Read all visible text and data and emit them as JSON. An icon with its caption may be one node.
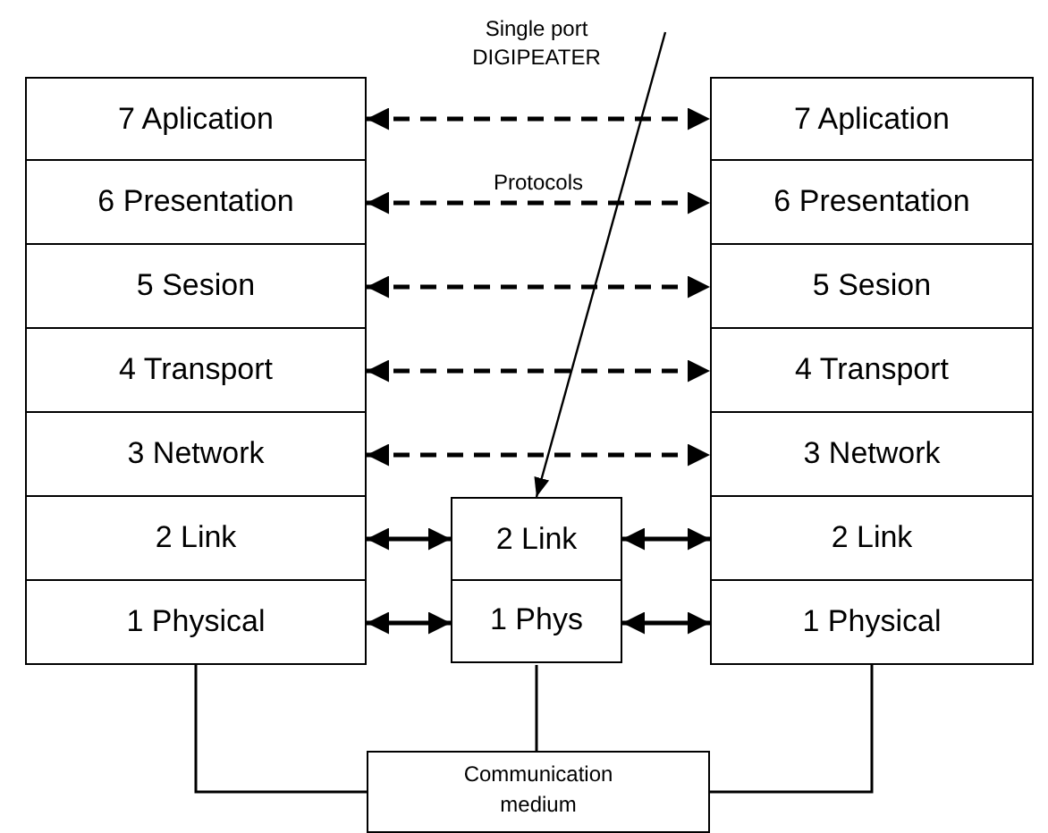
{
  "diagram": {
    "nodes": [
      {
        "text": [
          "7 Aplication"
        ]
      },
      {
        "text": [
          "6 Presentation"
        ]
      },
      {
        "text": [
          "5 Sesion"
        ]
      },
      {
        "text": [
          "4 Transport"
        ]
      },
      {
        "text": [
          "3 Network"
        ]
      },
      {
        "text": [
          "2 Link"
        ]
      },
      {
        "text": [
          "1 Physical"
        ]
      },
      {
        "text": [
          "7 Aplication"
        ]
      },
      {
        "text": [
          "6 Presentation"
        ]
      },
      {
        "text": [
          "5 Sesion"
        ]
      },
      {
        "text": [
          "4 Transport"
        ]
      },
      {
        "text": [
          "3 Network"
        ]
      },
      {
        "text": [
          "2 Link"
        ]
      },
      {
        "text": [
          "1 Physical"
        ]
      },
      {
        "text": [
          "2 Link"
        ]
      },
      {
        "text": [
          "1 Phys"
        ]
      },
      {
        "text": [
          "Communication medium"
        ]
      },
      {
        "text": [
          "Single port DIGIPEATER"
        ]
      }
    ],
    "edges": [
      {
        "from": 0,
        "to": 7,
        "arrow": "both",
        "style": "dashed"
      },
      {
        "from": 1,
        "to": 8,
        "arrow": "both",
        "style": "dashed",
        "label": "Protocols"
      },
      {
        "from": 2,
        "to": 9,
        "arrow": "both",
        "style": "dashed"
      },
      {
        "from": 3,
        "to": 10,
        "arrow": "both",
        "style": "dashed"
      },
      {
        "from": 4,
        "to": 11,
        "arrow": "both",
        "style": "dashed"
      },
      {
        "from": 5,
        "to": 14,
        "arrow": "both"
      },
      {
        "from": 14,
        "to": 12,
        "arrow": "both"
      },
      {
        "from": 6,
        "to": 15,
        "arrow": "both"
      },
      {
        "from": 15,
        "to": 13,
        "arrow": "both"
      },
      {
        "from": 6,
        "to": 16,
        "arrow": "none"
      },
      {
        "from": 13,
        "to": 16,
        "arrow": "none"
      },
      {
        "from": 15,
        "to": 16,
        "arrow": "none"
      },
      {
        "from": 17,
        "to": 14,
        "arrow": "to"
      }
    ]
  }
}
